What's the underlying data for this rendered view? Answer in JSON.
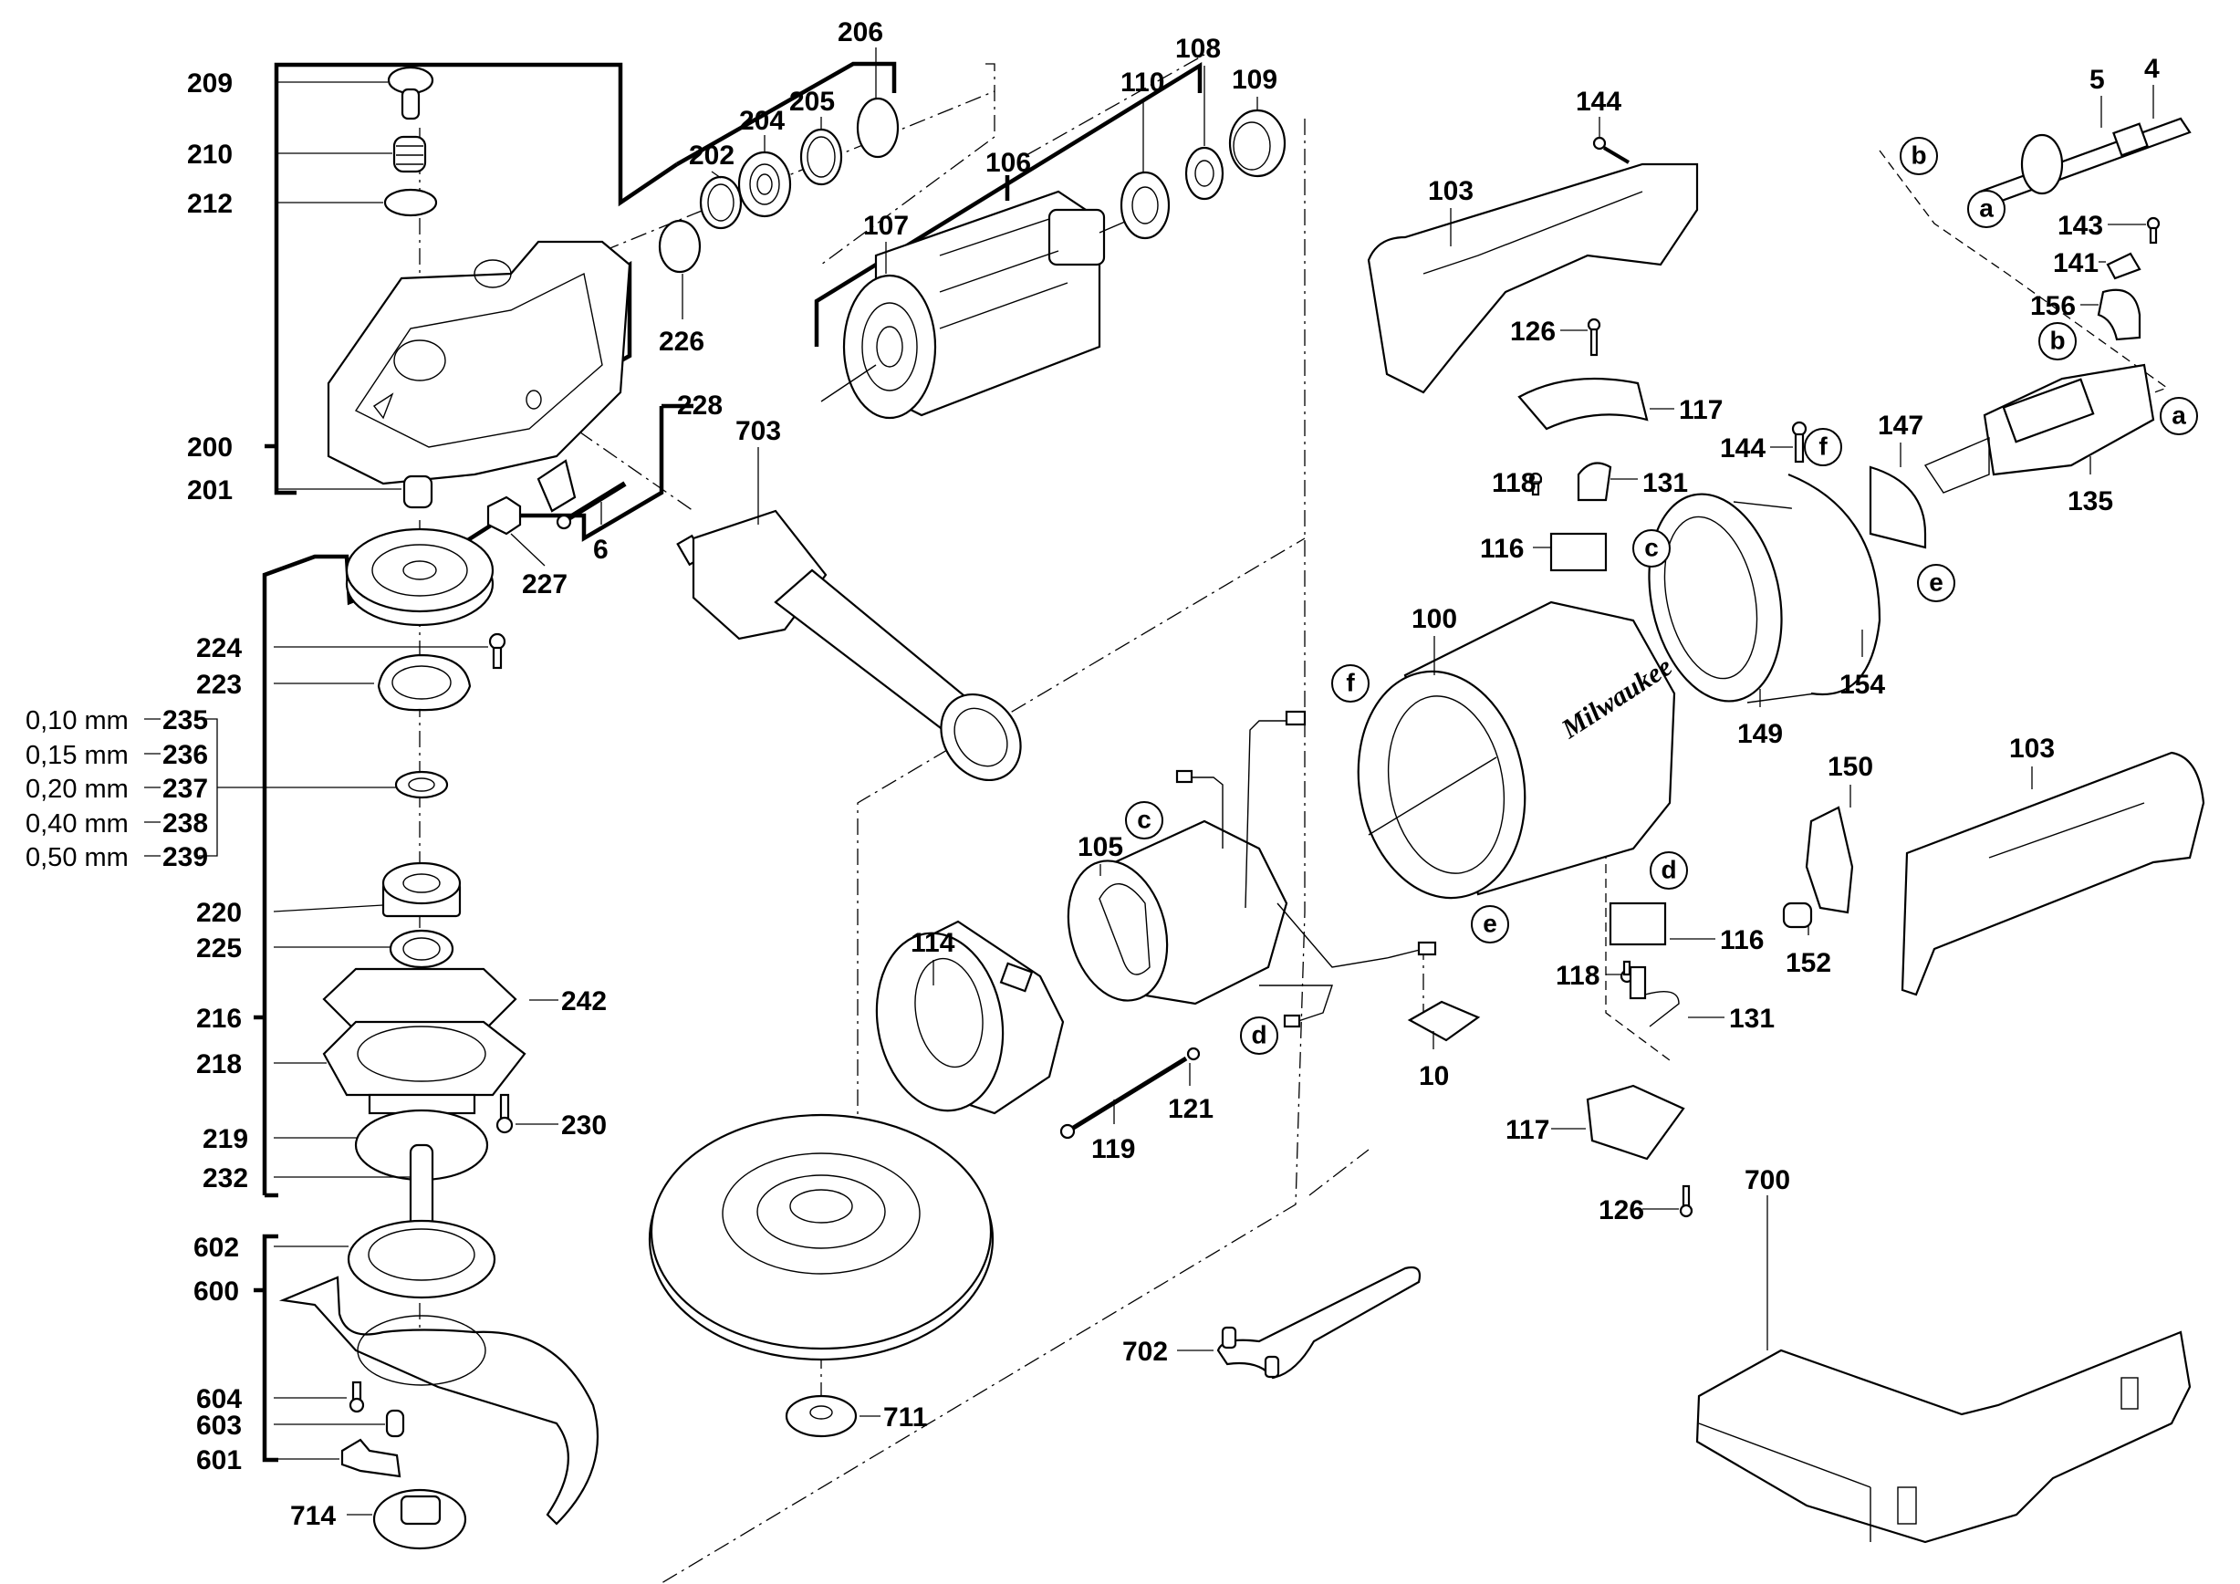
{
  "diagram": {
    "title": "Angle grinder exploded parts diagram",
    "brand_mark": "Milwaukee",
    "colors": {
      "line": "#000000",
      "background": "#ffffff"
    },
    "labels": {
      "p209": "209",
      "p210": "210",
      "p212": "212",
      "p200": "200",
      "p201": "201",
      "p202": "202",
      "p204": "204",
      "p205": "205",
      "p206": "206",
      "p226": "226",
      "p228": "228",
      "p703": "703",
      "p6": "6",
      "p227": "227",
      "p224": "224",
      "p223": "223",
      "p235": "235",
      "p236": "236",
      "p237": "237",
      "p238": "238",
      "p239": "239",
      "p220": "220",
      "p225": "225",
      "p242": "242",
      "p216": "216",
      "p218": "218",
      "p230": "230",
      "p219": "219",
      "p232": "232",
      "p602": "602",
      "p600": "600",
      "p604": "604",
      "p603": "603",
      "p601": "601",
      "p714": "714",
      "p106": "106",
      "p107": "107",
      "p110": "110",
      "p108": "108",
      "p109": "109",
      "p144a": "144",
      "p103a": "103",
      "p126a": "126",
      "p117a": "117",
      "p118a": "118",
      "p131a": "131",
      "p116a": "116",
      "p5": "5",
      "p4": "4",
      "p143": "143",
      "p141": "141",
      "p156": "156",
      "p135": "135",
      "p144b": "144",
      "p147": "147",
      "p149": "149",
      "p154": "154",
      "p100": "100",
      "p105": "105",
      "p114": "114",
      "p10": "10",
      "p121": "121",
      "p119": "119",
      "p116b": "116",
      "p118b": "118",
      "p131b": "131",
      "p150": "150",
      "p103b": "103",
      "p152": "152",
      "p117b": "117",
      "p126b": "126",
      "p700": "700",
      "p702": "702",
      "p711": "711"
    },
    "shim_thickness": [
      {
        "part": "235",
        "thickness": "0,10 mm"
      },
      {
        "part": "236",
        "thickness": "0,15 mm"
      },
      {
        "part": "237",
        "thickness": "0,20 mm"
      },
      {
        "part": "238",
        "thickness": "0,40 mm"
      },
      {
        "part": "239",
        "thickness": "0,50 mm"
      }
    ],
    "connection_markers": {
      "a1": "a",
      "b1": "b",
      "a2": "a",
      "b2": "b",
      "c1": "c",
      "c2": "c",
      "d1": "d",
      "d2": "d",
      "e1": "e",
      "e2": "e",
      "f1": "f",
      "f2": "f"
    }
  }
}
